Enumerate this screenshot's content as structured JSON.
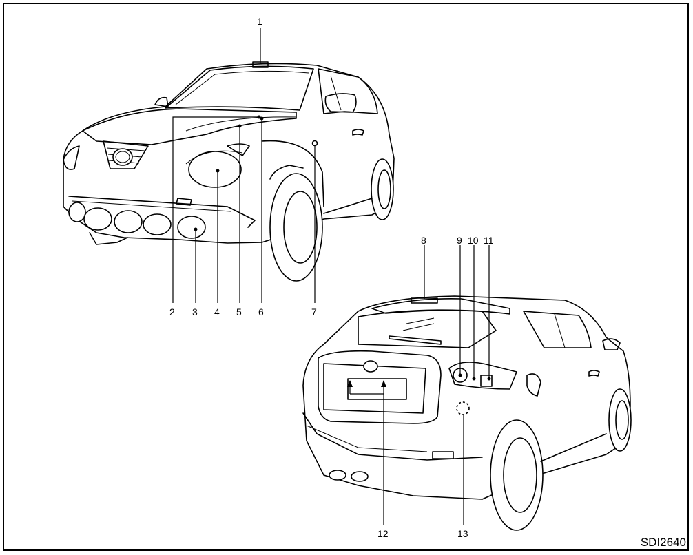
{
  "diagram": {
    "callouts": [
      "1",
      "2",
      "3",
      "4",
      "5",
      "6",
      "7",
      "8",
      "9",
      "10",
      "11",
      "12",
      "13"
    ],
    "reference_code": "SDI2640"
  }
}
